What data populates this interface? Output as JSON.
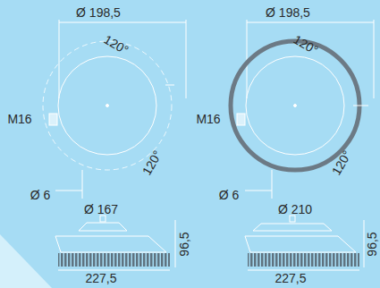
{
  "diagram": {
    "labels": [
      "Ø 198,5",
      "Ø 198,5",
      "120°",
      "120°",
      "M16",
      "M16",
      "120°",
      "120°",
      "Ø 6",
      "Ø 6",
      "Ø 167",
      "Ø 210",
      "96,5",
      "96,5",
      "227,5",
      "227,5"
    ]
  }
}
